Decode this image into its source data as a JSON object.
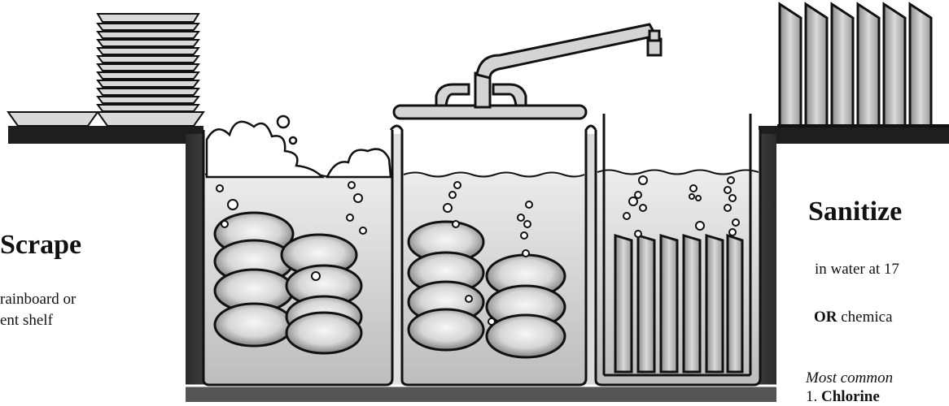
{
  "scrape": {
    "heading": "Scrape",
    "line1": "rainboard or",
    "line2": "ent shelf"
  },
  "sanitize": {
    "heading": "Sanitize",
    "line1": "in water at 17",
    "line2_prefix": "OR",
    "line2_rest": " chemica",
    "line3": "Most common",
    "line4_number": "1.",
    "line4_term": "Chlorine"
  },
  "colors": {
    "ink": "#111111",
    "counter": "#1e1e1e",
    "plate_dark": "#7a7a7a",
    "plate_light": "#f2f2f2",
    "water": "#ececec",
    "rack_plate": "#b5b5b5"
  }
}
